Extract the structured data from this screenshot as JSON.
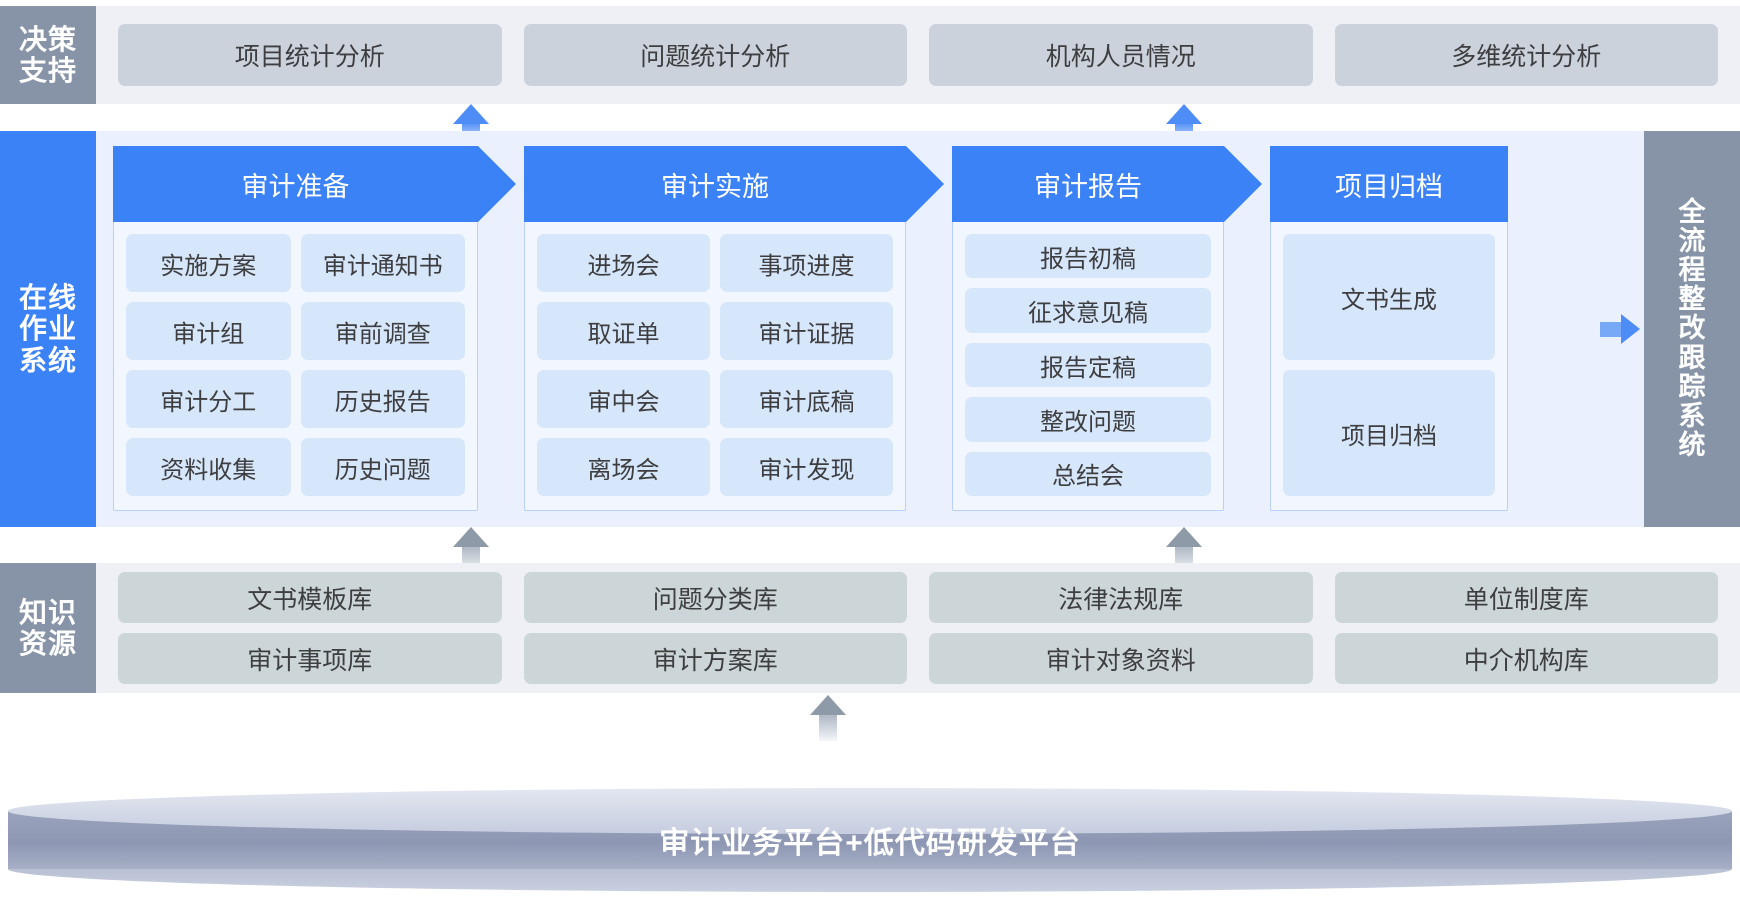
{
  "decision": {
    "label": [
      "决策",
      "支持"
    ],
    "cards": [
      {
        "label": "项目统计分析"
      },
      {
        "label": "问题统计分析"
      },
      {
        "label": "机构人员情况"
      },
      {
        "label": "多维统计分析"
      }
    ]
  },
  "online": {
    "label": [
      "在线",
      "作业",
      "系统"
    ],
    "stages": [
      {
        "title": "审计准备",
        "columns": [
          [
            "实施方案",
            "审计组",
            "审计分工",
            "资料收集"
          ],
          [
            "审计通知书",
            "审前调查",
            "历史报告",
            "历史问题"
          ]
        ]
      },
      {
        "title": "审计实施",
        "columns": [
          [
            "进场会",
            "取证单",
            "审中会",
            "离场会"
          ],
          [
            "事项进度",
            "审计证据",
            "审计底稿",
            "审计发现"
          ]
        ]
      },
      {
        "title": "审计报告",
        "columns": [
          [
            "报告初稿",
            "征求意见稿",
            "报告定稿",
            "整改问题",
            "总结会"
          ]
        ]
      },
      {
        "title": "项目归档",
        "columns": [
          [
            "文书生成",
            "项目归档"
          ]
        ]
      }
    ]
  },
  "tracking": {
    "label": [
      "全",
      "流",
      "程",
      "整",
      "改",
      "跟",
      "踪",
      "系",
      "统"
    ]
  },
  "knowledge": {
    "label": [
      "知识",
      "资源"
    ],
    "rows": [
      [
        {
          "label": "文书模板库"
        },
        {
          "label": "问题分类库"
        },
        {
          "label": "法律法规库"
        },
        {
          "label": "单位制度库"
        }
      ],
      [
        {
          "label": "审计事项库"
        },
        {
          "label": "审计方案库"
        },
        {
          "label": "审计对象资料"
        },
        {
          "label": "中介机构库"
        }
      ]
    ]
  },
  "platform": {
    "label": "审计业务平台+低代码研发平台"
  },
  "colors": {
    "accent_blue": "#3b82f6",
    "side_grey": "#8794a8",
    "leaf_blue": "#d6e6fb",
    "card_grey": "#ccd2dc",
    "knowledge_card": "#ccd6d9",
    "band_grey": "#eef0f5",
    "band_blue": "#eaf0fd"
  },
  "icons": {
    "arrow_up": "arrow-up-icon",
    "arrow_right": "arrow-right-icon"
  }
}
